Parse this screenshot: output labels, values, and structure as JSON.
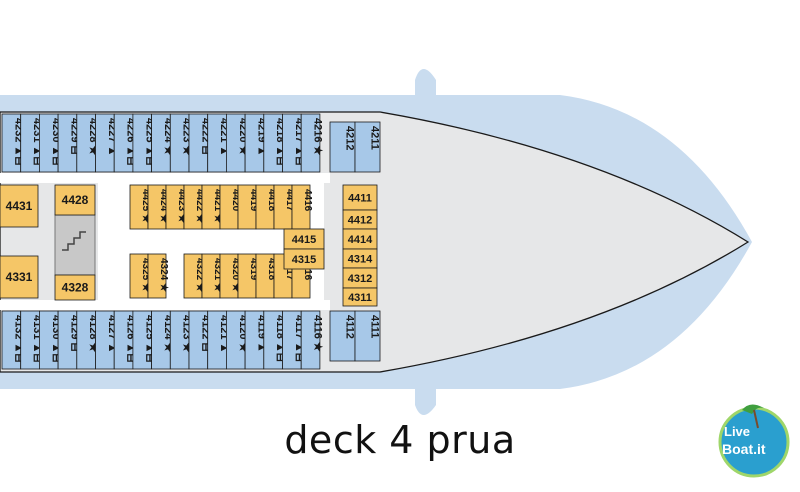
{
  "caption": "deck 4 prua",
  "colors": {
    "hull_water": "#c9dcef",
    "deck": "#e6e7e8",
    "outside_cabin": "#a7c8e8",
    "inside_cabin": "#f5c667",
    "outline": "#1a1a1a"
  },
  "top_row": [
    "4232",
    "4231",
    "4230",
    "4229",
    "4228",
    "4227",
    "4226",
    "4225",
    "4224",
    "4223",
    "4222",
    "4221",
    "4220",
    "4219",
    "4218",
    "4217",
    "4216"
  ],
  "top_row_marks": [
    "▲⊟",
    "▲⊟",
    "▲⊟",
    "⊟",
    "★",
    "▲",
    "▲⊟",
    "▲⊟",
    "★",
    "★",
    "⊟",
    "▲",
    "★",
    "▲",
    "▲⊟",
    "▲⊟",
    "★"
  ],
  "top_access": [
    "4212",
    "4211"
  ],
  "bottom_row": [
    "4132",
    "4131",
    "4130",
    "4129",
    "4128",
    "4127",
    "4126",
    "4125",
    "4124",
    "4123",
    "4122",
    "4121",
    "4120",
    "4119",
    "4118",
    "4117",
    "4116"
  ],
  "bottom_row_marks": [
    "▲⊟",
    "▲⊟",
    "▲⊟",
    "⊟",
    "★",
    "▲",
    "▲⊟",
    "▲⊟",
    "★",
    "★",
    "⊟",
    "▲",
    "★",
    "▲",
    "▲⊟",
    "▲⊟",
    "★"
  ],
  "bottom_access": [
    "4112",
    "4111"
  ],
  "inner_top": [
    "4425",
    "4424",
    "4423",
    "4422",
    "4421",
    "4420",
    "4419",
    "4418",
    "4417",
    "4416"
  ],
  "inner_top_marks": [
    "★",
    "★",
    "★",
    "★",
    "★",
    "",
    "",
    "",
    "",
    ""
  ],
  "inner_bottom": [
    "4325",
    "4324",
    "4322",
    "4321",
    "4320",
    "4319",
    "4318",
    "4317",
    "4316"
  ],
  "inner_bottom_marks": [
    "★",
    "★",
    "★",
    "★",
    "★",
    "",
    "",
    "",
    ""
  ],
  "inner_right": [
    "4415",
    "4315"
  ],
  "fore_column": [
    "4411",
    "4412",
    "4414",
    "4314",
    "4312",
    "4311"
  ],
  "left_block": [
    "4431",
    "4331"
  ],
  "access_cabins": [
    "4428",
    "4328"
  ],
  "logo_text": [
    "Live",
    "Boat.it"
  ]
}
